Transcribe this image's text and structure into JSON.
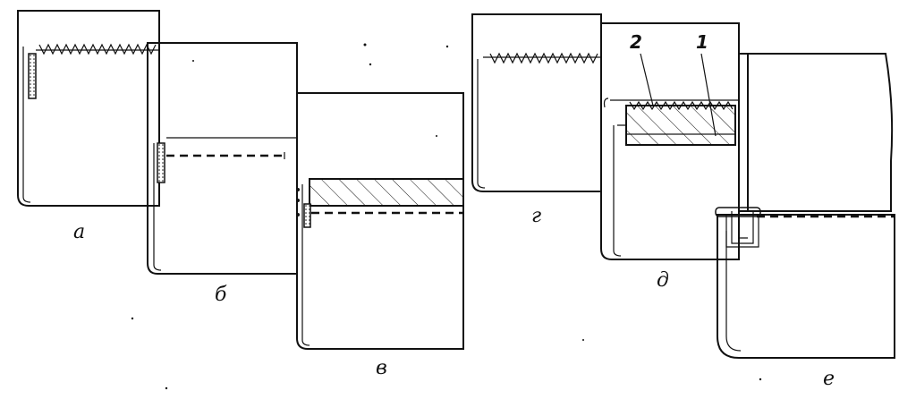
{
  "labels": {
    "a": "а",
    "b": "б",
    "v": "в",
    "g": "г",
    "d": "д",
    "e": "е"
  },
  "callouts": {
    "one": "1",
    "two": "2"
  },
  "colors": {
    "ink": "#111111",
    "paper": "#ffffff"
  }
}
